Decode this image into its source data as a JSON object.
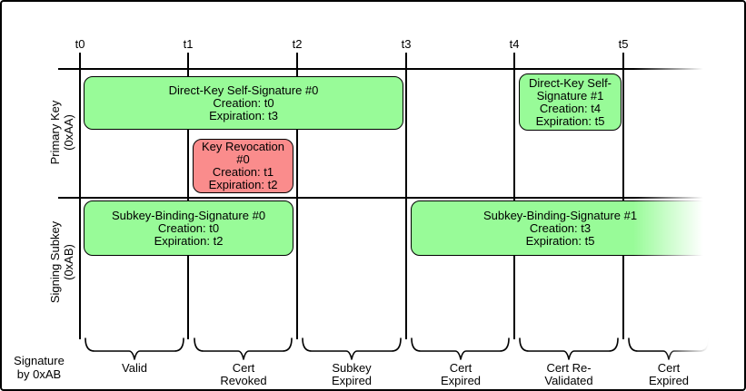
{
  "diagram": {
    "ticks": [
      "t0",
      "t1",
      "t2",
      "t3",
      "t4",
      "t5"
    ],
    "rows": {
      "primary": "Primary Key\n(0xAA)",
      "subkey": "Signing Subkey\n(0xAB)"
    },
    "boxes": {
      "dks0": {
        "title": "Direct-Key Self-Signature #0",
        "creation": "Creation: t0",
        "expiration": "Expiration: t3"
      },
      "rev0": {
        "title": "Key Revocation #0",
        "creation": "Creation: t1",
        "expiration": "Expiration: t2"
      },
      "dks1": {
        "title": "Direct-Key Self-\nSignature #1",
        "creation": "Creation: t4",
        "expiration": "Expiration: t5"
      },
      "sbs0": {
        "title": "Subkey-Binding-Signature #0",
        "creation": "Creation: t0",
        "expiration": "Expiration: t2"
      },
      "sbs1": {
        "title": "Subkey-Binding-Signature #1",
        "creation": "Creation: t3",
        "expiration": "Expiration: t5"
      }
    },
    "footer": {
      "axis_label": "Signature\nby 0xAB",
      "segments": [
        "Valid",
        "Cert\nRevoked",
        "Subkey\nExpired",
        "Cert\nExpired",
        "Cert Re-\nValidated",
        "Cert\nExpired"
      ]
    },
    "colors": {
      "valid_fill": "#98FB98",
      "revoked_fill": "#FA8C8C",
      "line": "#000000"
    }
  }
}
